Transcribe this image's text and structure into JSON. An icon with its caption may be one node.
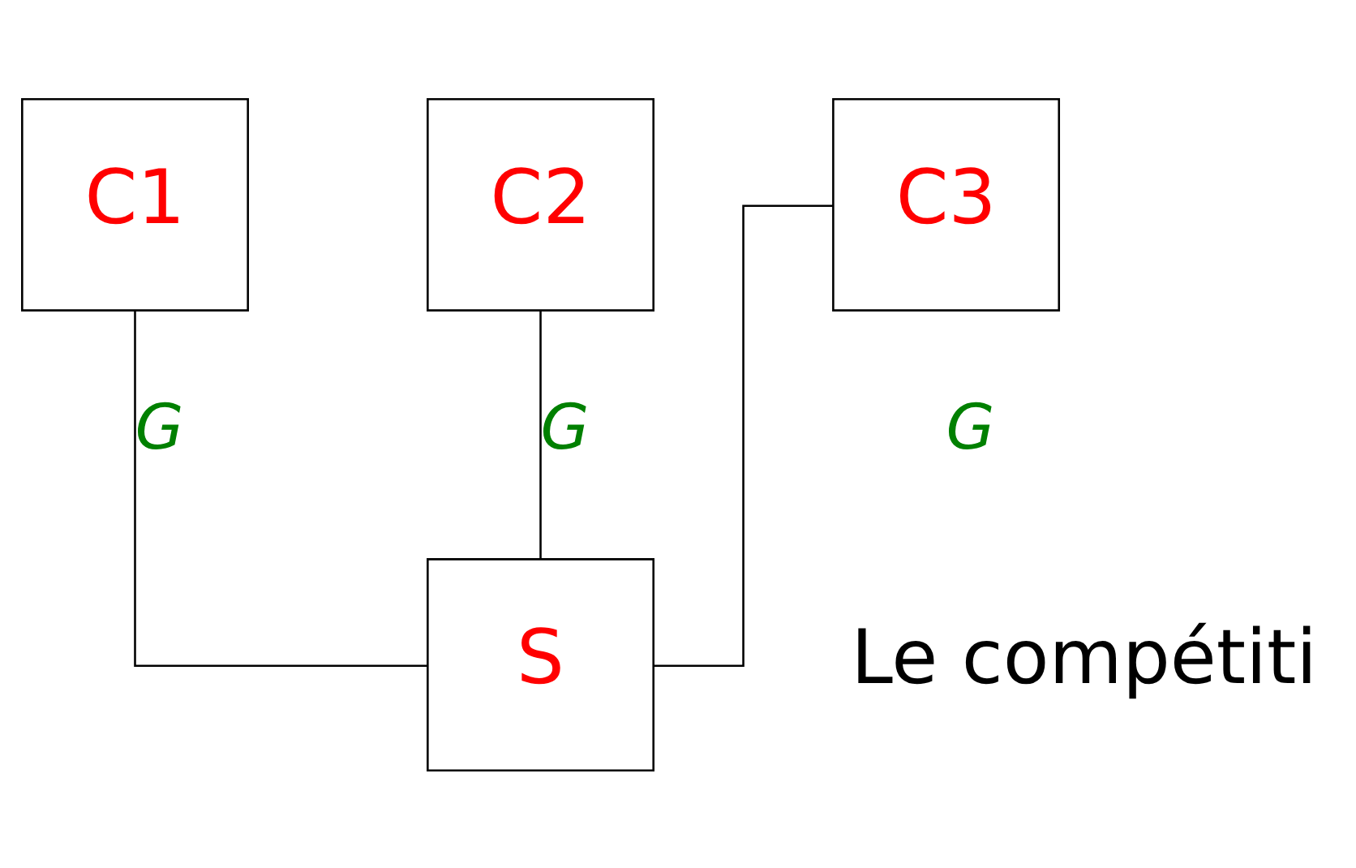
{
  "diagram": {
    "nodes": [
      {
        "text": [
          "C1"
        ]
      },
      {
        "text": [
          "C2"
        ]
      },
      {
        "text": [
          "C3"
        ]
      },
      {
        "text": [
          "S"
        ]
      }
    ],
    "edges": [
      {
        "from": 0,
        "to": 3,
        "arrow": "none",
        "label": "G"
      },
      {
        "from": 1,
        "to": 3,
        "arrow": "none",
        "label": "G"
      },
      {
        "from": 2,
        "to": 3,
        "arrow": "none",
        "label": "G"
      }
    ],
    "labels": [
      "Le compétiti"
    ]
  }
}
